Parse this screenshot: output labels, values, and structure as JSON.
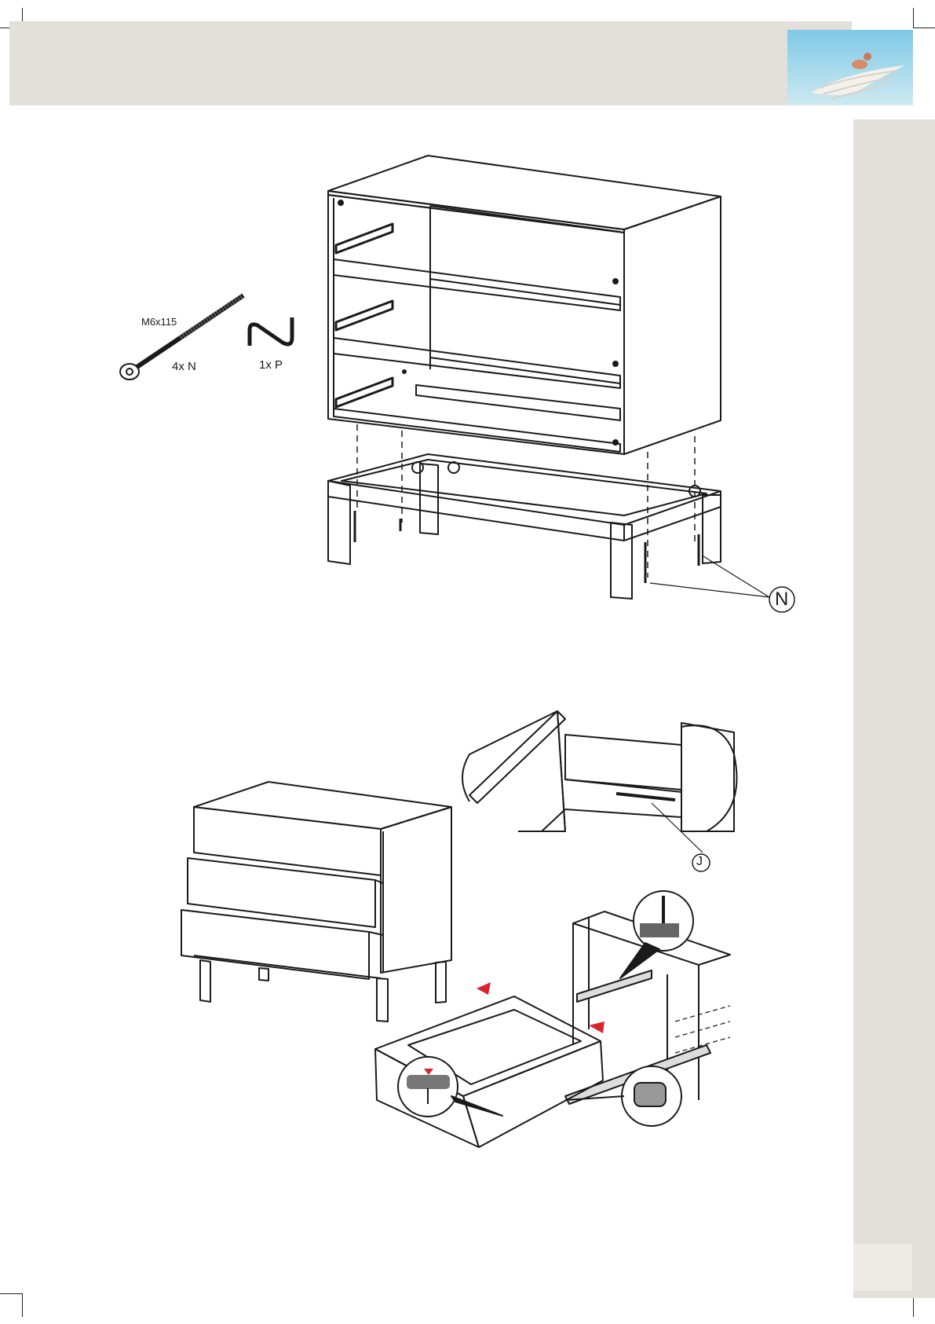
{
  "hardware": {
    "bolt_size": "M6x115",
    "bolt_qty": "4x N",
    "key_qty": "1x P"
  },
  "callouts": {
    "bolt_letter": "N",
    "rail_letter": "J"
  },
  "colors": {
    "header_band": "#e3dfdb",
    "side_strip": "#e3dfdb",
    "accent_arrow": "#d9232d",
    "line": "#1a1a1a"
  },
  "icons": [
    "angel-wing-logo-icon",
    "allen-key-icon",
    "bolt-icon"
  ]
}
